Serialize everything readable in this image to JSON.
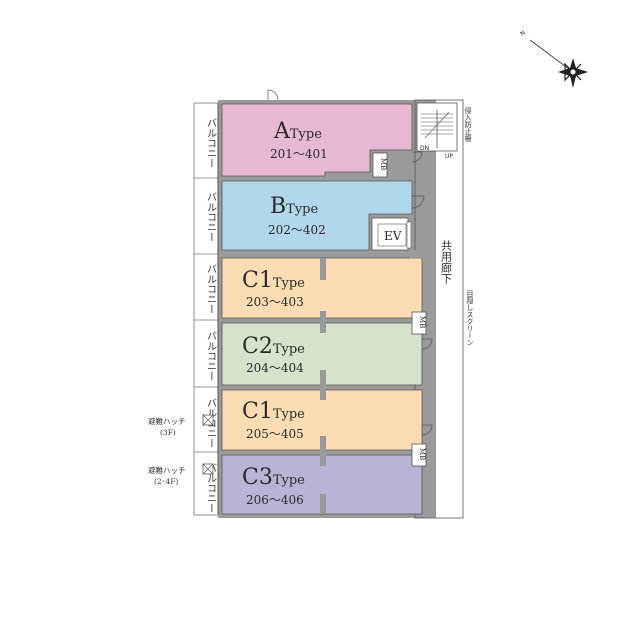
{
  "units": [
    {
      "letter": "A",
      "type_label": "Type",
      "rooms": "201～401",
      "color": "#e6b8d2"
    },
    {
      "letter": "B",
      "type_label": "Type",
      "rooms": "202～402",
      "color": "#b2d6ec"
    },
    {
      "letter": "C1",
      "type_label": "Type",
      "rooms": "203～403",
      "color": "#fcdcb2"
    },
    {
      "letter": "C2",
      "type_label": "Type",
      "rooms": "204～404",
      "color": "#d6e3cc"
    },
    {
      "letter": "C1",
      "type_label": "Type",
      "rooms": "205～405",
      "color": "#fcdcb2"
    },
    {
      "letter": "C3",
      "type_label": "Type",
      "rooms": "206～406",
      "color": "#b8b4d6"
    }
  ],
  "balcony_label": "バルコニー",
  "mb_label": "MB",
  "ev_label": "EV",
  "corridor_label": "共用廊下",
  "screen_label": "目隠しスクリーン",
  "anti_intrusion_label": "侵入防止柵",
  "stairs": {
    "down": "DN",
    "up": "UP"
  },
  "hatches": [
    {
      "title": "避難ハッチ",
      "floors": "(3F)"
    },
    {
      "title": "避難ハッチ",
      "floors": "(2･4F)"
    }
  ],
  "compass_label": "N",
  "colors": {
    "wall": "#9a9a9a",
    "outline": "#555555"
  }
}
